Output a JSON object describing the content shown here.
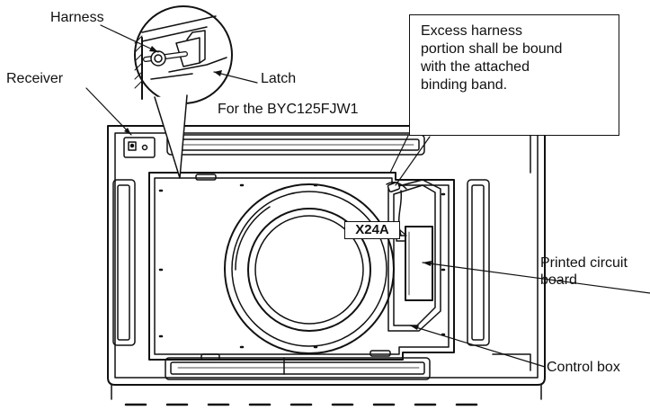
{
  "labels": {
    "harness": "Harness",
    "receiver": "Receiver",
    "latch": "Latch",
    "for_model": "For the BYC125FJW1",
    "note_lines": [
      "Excess harness",
      "portion shall be bound",
      "with the attached",
      "binding band."
    ],
    "connector": "X24A",
    "pcb_line1": "Printed circuit",
    "pcb_line2": "board",
    "control_box": "Control box"
  },
  "colors": {
    "ink": "#111111",
    "background": "#ffffff"
  }
}
